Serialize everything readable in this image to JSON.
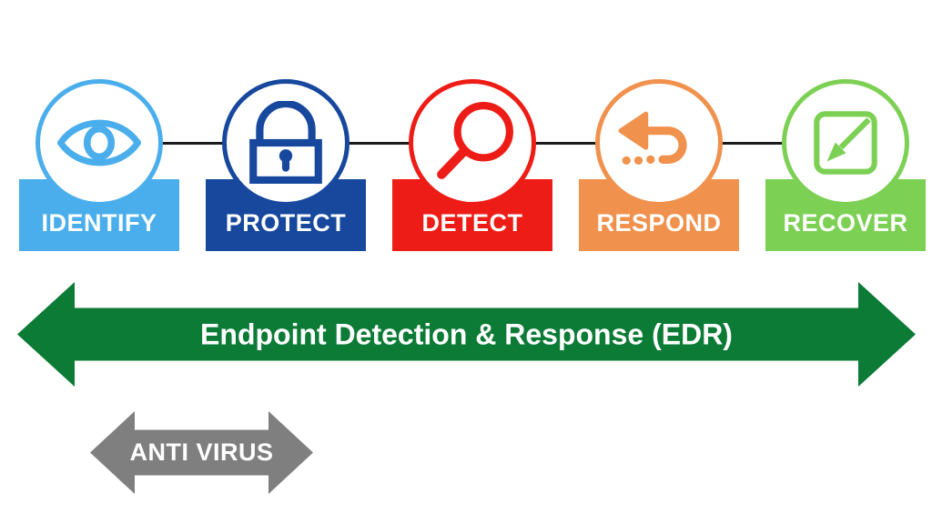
{
  "framework": {
    "connector_color": "#1A1A1A",
    "label_text_color": "#FFFFFF",
    "stages": [
      {
        "label": "IDENTIFY",
        "icon": "eye-icon",
        "color": "#4AAEEC"
      },
      {
        "label": "PROTECT",
        "icon": "padlock-icon",
        "color": "#17489E"
      },
      {
        "label": "DETECT",
        "icon": "magnifying-glass-icon",
        "color": "#EE1C16"
      },
      {
        "label": "RESPOND",
        "icon": "undo-arrow-icon",
        "color": "#F0914D"
      },
      {
        "label": "RECOVER",
        "icon": "diagonal-arrow-box-icon",
        "color": "#7CD054"
      }
    ]
  },
  "edr_arrow": {
    "label": "Endpoint Detection & Response (EDR)",
    "color": "#0B7B35",
    "text_color": "#FFFFFF"
  },
  "antivirus_arrow": {
    "label": "ANTI VIRUS",
    "color": "#7F7F7F",
    "text_color": "#FFFFFF"
  }
}
